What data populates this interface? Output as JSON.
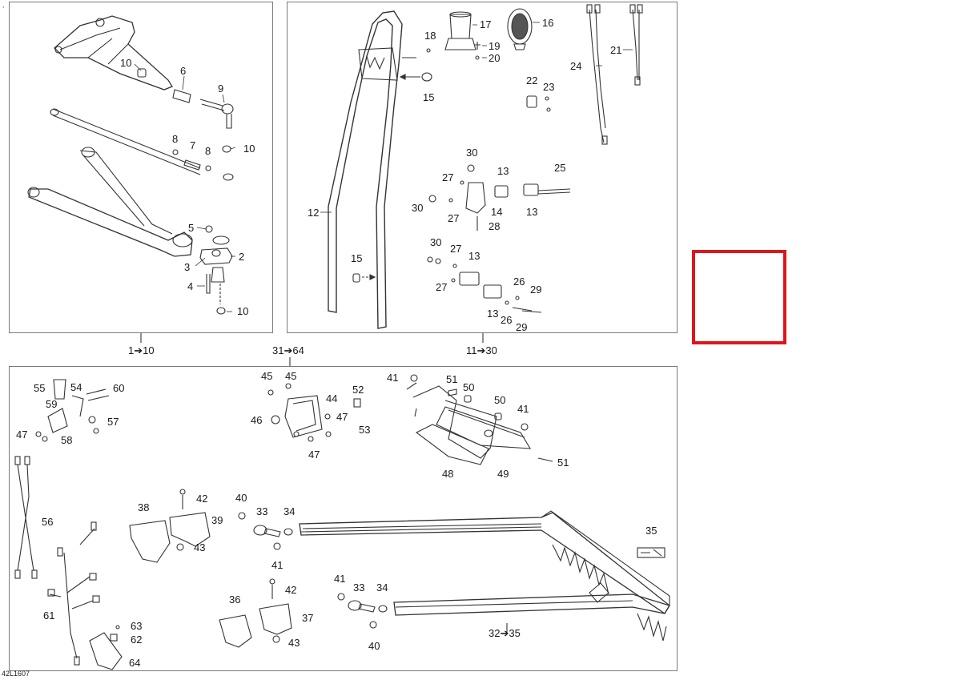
{
  "diagram_code": "42L1607",
  "corner_mark": ",",
  "group_refs": {
    "top_left": "1➔10",
    "top_middle": "11➔30",
    "bottom": "31➔64",
    "bucket": "32➔35"
  },
  "part_labels": [
    "10",
    "6",
    "9",
    "8",
    "7",
    "8",
    "10",
    "5",
    "2",
    "3",
    "4",
    "10",
    "12",
    "18",
    "17",
    "19",
    "20",
    "16",
    "15",
    "22",
    "23",
    "24",
    "21",
    "30",
    "27",
    "13",
    "25",
    "30",
    "27",
    "14",
    "28",
    "13",
    "15",
    "30",
    "27",
    "13",
    "27",
    "26",
    "29",
    "13",
    "26",
    "29",
    "55",
    "54",
    "60",
    "59",
    "57",
    "47",
    "58",
    "45",
    "45",
    "44",
    "46",
    "47",
    "47",
    "52",
    "53",
    "41",
    "51",
    "50",
    "50",
    "41",
    "48",
    "49",
    "51",
    "56",
    "38",
    "42",
    "39",
    "43",
    "40",
    "33",
    "34",
    "41",
    "35",
    "61",
    "36",
    "42",
    "37",
    "43",
    "41",
    "33",
    "34",
    "40",
    "63",
    "62",
    "64"
  ],
  "highlight_color": "#e0151c"
}
